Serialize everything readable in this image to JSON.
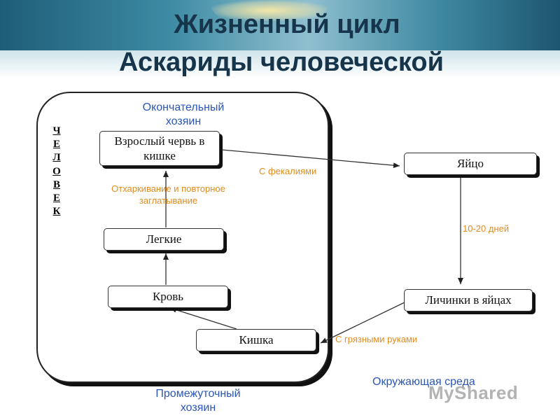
{
  "title": {
    "line1": "Жизненный цикл",
    "line2": "Аскариды человеческой"
  },
  "host": {
    "vertical_label": [
      "Ч",
      "Е",
      "Л",
      "О",
      "В",
      "Е",
      "К"
    ],
    "definitive_label": "Окончательный хозяин",
    "intermediate_label": "Промежуточный хозяин"
  },
  "nodes": {
    "adult_worm": "Взрослый червь в кишке",
    "lungs": "Легкие",
    "blood": "Кровь",
    "intestine": "Кишка",
    "egg": "Яйцо",
    "larvae_in_eggs": "Личинки в яйцах"
  },
  "edge_labels": {
    "coughing": "Отхаркивание и повторное заглатывание",
    "with_feces": "С фекалиями",
    "days": "10-20 дней",
    "dirty_hands": "С грязными руками"
  },
  "environment_label": "Окружающая среда",
  "watermark": "MyShared"
}
